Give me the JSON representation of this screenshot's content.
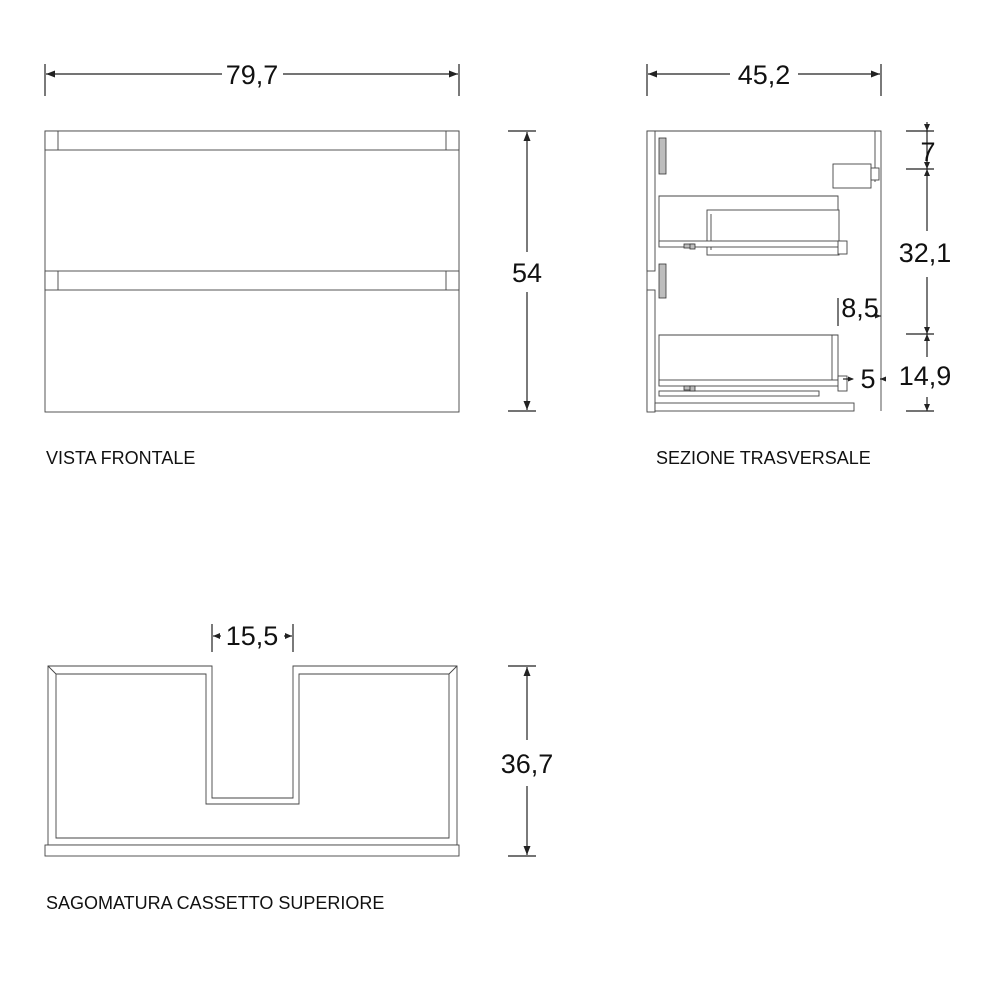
{
  "front_view": {
    "caption": "VISTA FRONTALE",
    "width_label": "79,7",
    "height_label": "54"
  },
  "cross_section": {
    "caption": "SEZIONE TRASVERSALE",
    "depth_label": "45,2",
    "top_gap_label": "7",
    "upper_drawer_label": "32,1",
    "lower_drawer_label": "14,9",
    "inner_offset_label": "8,5",
    "bottom_offset_label": "5"
  },
  "drawer_shape": {
    "caption": "SAGOMATURA CASSETTO SUPERIORE",
    "notch_label": "15,5",
    "depth_label": "36,7"
  }
}
